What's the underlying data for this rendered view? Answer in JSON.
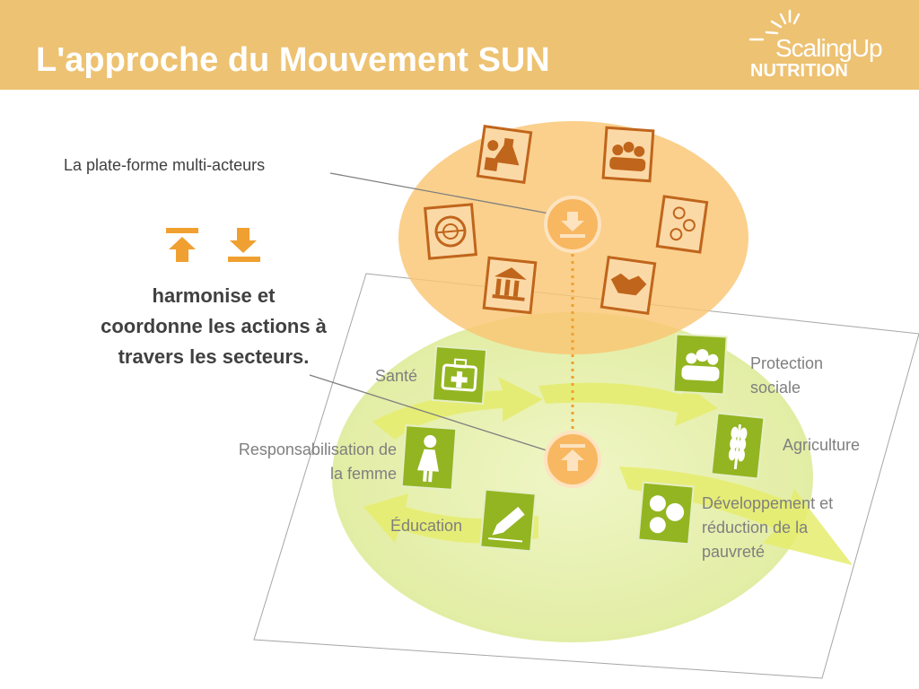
{
  "header": {
    "title": "L'approche du Mouvement SUN",
    "logo_line1": "ScalingUp",
    "logo_line2": "NUTRITION",
    "background_color": "#edc272"
  },
  "diagram": {
    "platform_label": "La plate-forme multi-acteurs",
    "main_text": "harmonise et coordonne les actions à travers les secteurs.",
    "arrow_icons": [
      "arrow-up-icon",
      "arrow-down-icon"
    ],
    "platform_icons": [
      "science-icon",
      "people-group-icon",
      "un-emblem-icon",
      "coins-icon",
      "government-building-icon",
      "handshake-icon"
    ],
    "sectors": [
      {
        "label": "Santé",
        "icon": "first-aid-kit-icon"
      },
      {
        "label": "Protection sociale",
        "icon": "people-icon"
      },
      {
        "label": "Agriculture",
        "icon": "wheat-icon"
      },
      {
        "label": "Responsabilisation de la femme",
        "icon": "woman-icon"
      },
      {
        "label": "Éducation",
        "icon": "pencil-icon"
      },
      {
        "label": "Développement et réduction de la pauvreté",
        "icon": "coins-icon"
      }
    ],
    "colors": {
      "orange": "#f0a030",
      "orange_fill": "#f9c673",
      "green": "#93b521",
      "green_fill": "#e3eea0"
    }
  }
}
